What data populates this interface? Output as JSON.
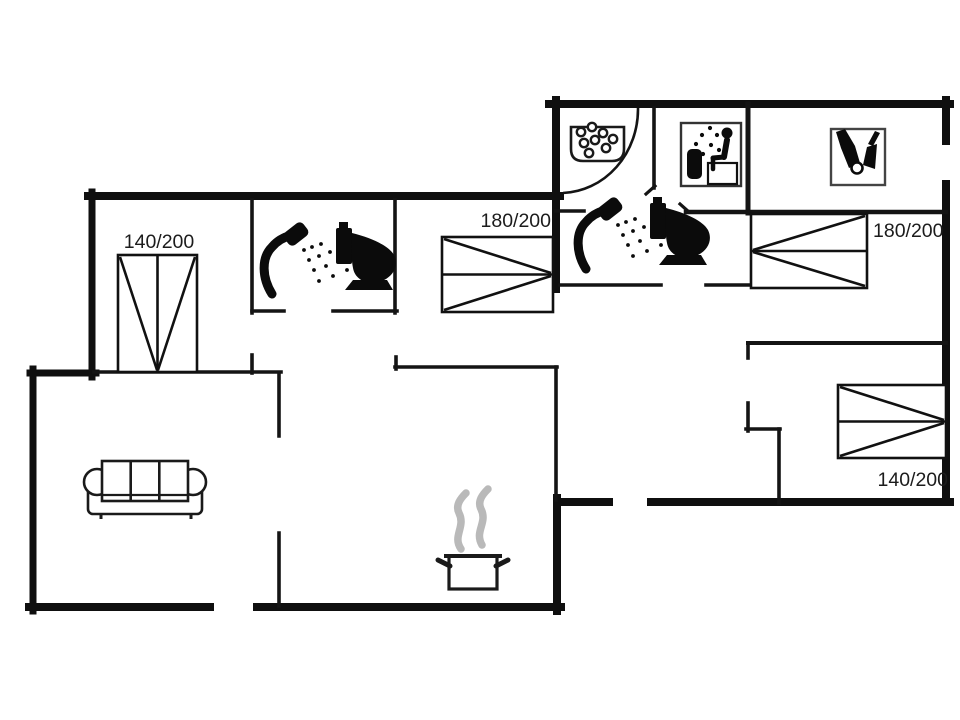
{
  "plan": {
    "type": "holiday-home floor plan",
    "wall_color": "#0f0f0f",
    "background": "#ffffff",
    "steam_color": "#b9b9b9",
    "beds": [
      {
        "room": "bedroom-top-left",
        "label": "140/200"
      },
      {
        "room": "bedroom-middle",
        "label": "180/200"
      },
      {
        "room": "bedroom-top-right",
        "label": "180/200"
      },
      {
        "room": "bedroom-bottom-right",
        "label": "140/200"
      }
    ],
    "icons": [
      "dishwasher-icon",
      "door-arc",
      "sauna-icon",
      "utensils-icon",
      "shower-icon",
      "toilet-icon",
      "shower-icon",
      "toilet-icon",
      "sofa-icon",
      "steam-icon",
      "cooking-pot-icon"
    ]
  }
}
